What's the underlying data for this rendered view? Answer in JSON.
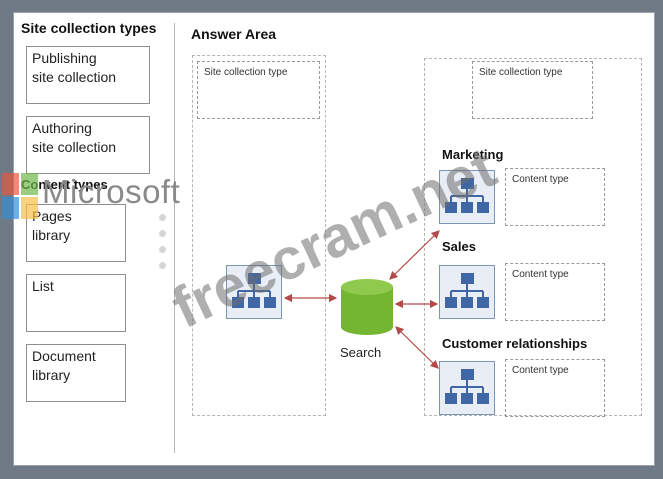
{
  "left_panel": {
    "heading": "Site collection types",
    "content_types_heading": "Content types",
    "site_types": [
      {
        "line1": "Publishing",
        "line2": "site collection"
      },
      {
        "line1": "Authoring",
        "line2": "site collection"
      }
    ],
    "content_types": [
      {
        "line1": "Pages",
        "line2": "library"
      },
      {
        "line1": "List",
        "line2": ""
      },
      {
        "line1": "Document",
        "line2": "library"
      }
    ]
  },
  "answer_area": {
    "heading": "Answer Area",
    "left_slot": "Site collection type",
    "right_slot": "Site collection type",
    "search_label": "Search",
    "nodes": [
      {
        "label": "Marketing",
        "slot": "Content type"
      },
      {
        "label": "Sales",
        "slot": "Content type"
      },
      {
        "label": "Customer relationships",
        "slot": "Content type"
      }
    ]
  },
  "overlay": {
    "brand": "Microsoft",
    "watermark": "freecram.net"
  },
  "colors": {
    "hierarchy": "#3f67a6",
    "search_db": "#74b531",
    "arrow": "#b34a4a"
  }
}
